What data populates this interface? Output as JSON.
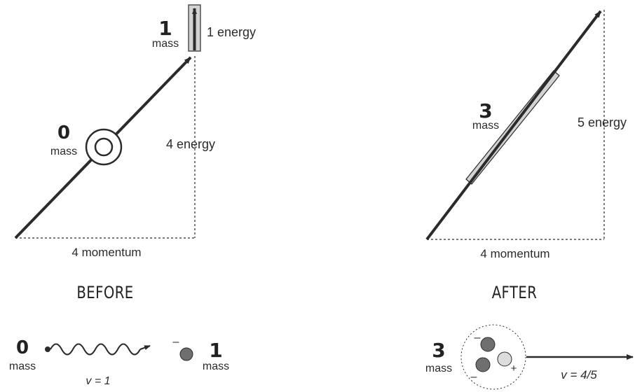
{
  "before": {
    "heading": "BEFORE",
    "photon_mass_value": "0",
    "photon_mass_word": "mass",
    "electron_mass_value": "1",
    "electron_mass_word": "mass",
    "energy_1_label": "1 energy",
    "energy_4_label": "4 energy",
    "momentum_label": "4 momentum",
    "bottom_photon_value": "0",
    "bottom_photon_word": "mass",
    "bottom_electron_charge": "–",
    "bottom_electron_value": "1",
    "bottom_electron_word": "mass",
    "bottom_velocity": "v = 1"
  },
  "after": {
    "heading": "AFTER",
    "mass_value": "3",
    "mass_word": "mass",
    "energy_label": "5 energy",
    "momentum_label": "4 momentum",
    "bottom_mass_value": "3",
    "bottom_mass_word": "mass",
    "charge_top": "–",
    "charge_bottom": "–",
    "charge_plus": "+",
    "bottom_velocity": "v = 4/5"
  },
  "colors": {
    "ink": "#2b2b2b",
    "bar_fill": "#d3d3d3",
    "particle_dark": "#6f6f6f",
    "particle_light": "#dcdcdc"
  }
}
